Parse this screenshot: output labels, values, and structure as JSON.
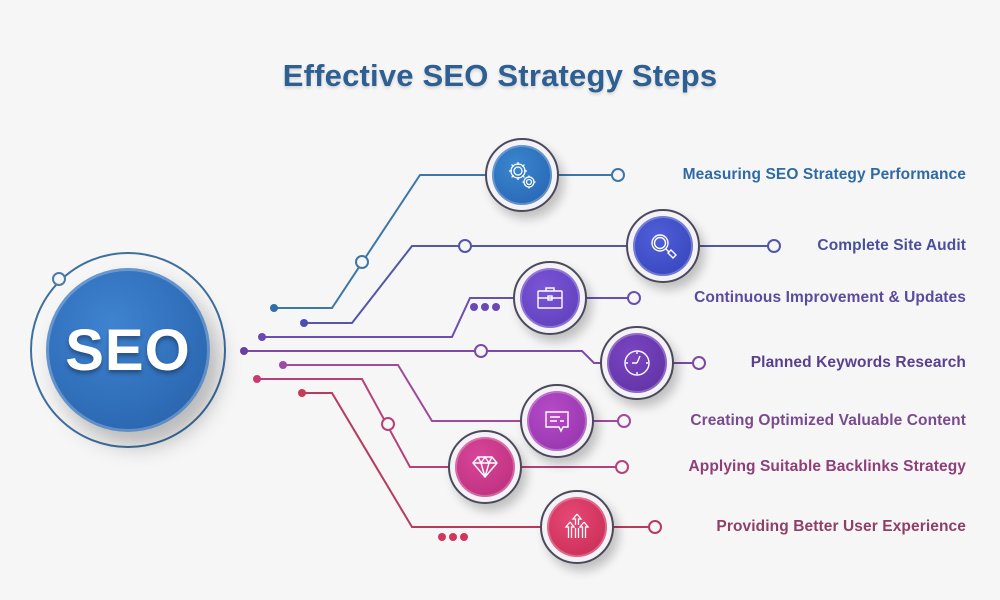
{
  "title": "Effective SEO Strategy Steps",
  "hub": {
    "label": "SEO",
    "color": "#2f6db8"
  },
  "steps": [
    {
      "label": "Measuring SEO Strategy Performance",
      "icon": "gear-icon",
      "color": "#2d6fb8",
      "text_color": "#2e6aa3"
    },
    {
      "label": "Complete Site Audit",
      "icon": "magnifier-icon",
      "color": "#3f4fc8",
      "text_color": "#4a4f9a"
    },
    {
      "label": "Continuous Improvement & Updates",
      "icon": "briefcase-icon",
      "color": "#6b45c6",
      "text_color": "#5b4b9e"
    },
    {
      "label": "Planned Keywords Research",
      "icon": "clock-icon",
      "color": "#6a3bb0",
      "text_color": "#5a3f8e"
    },
    {
      "label": "Creating Optimized Valuable Content",
      "icon": "chat-icon",
      "color": "#a73fb8",
      "text_color": "#7a4a8e"
    },
    {
      "label": "Applying Suitable Backlinks  Strategy",
      "icon": "diamond-icon",
      "color": "#cc3a8a",
      "text_color": "#8e3f78"
    },
    {
      "label": "Providing Better User Experience",
      "icon": "arrows-up-icon",
      "color": "#d93460",
      "text_color": "#8e3f66"
    }
  ]
}
